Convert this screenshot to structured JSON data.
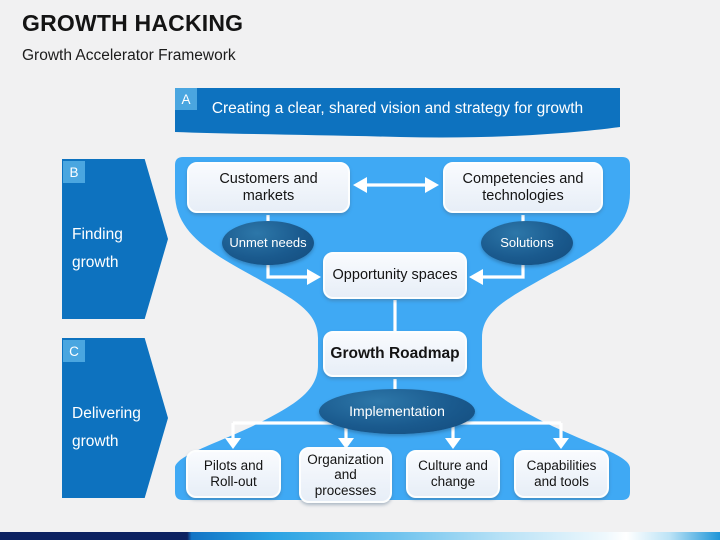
{
  "slide": {
    "title": "GROWTH HACKING",
    "subtitle": "Growth Accelerator Framework"
  },
  "banner": {
    "tag": "A",
    "text": "Creating a clear, shared vision and strategy for growth"
  },
  "sections": [
    {
      "tag": "B",
      "label": "Finding growth"
    },
    {
      "tag": "C",
      "label": "Delivering growth"
    }
  ],
  "diagram": {
    "top_boxes": [
      {
        "label": "Customers and markets"
      },
      {
        "label": "Competencies and technologies"
      }
    ],
    "ellipses": [
      {
        "label": "Unmet needs"
      },
      {
        "label": "Solutions"
      },
      {
        "label": "Implementation"
      }
    ],
    "middle_boxes": [
      {
        "label": "Opportunity spaces"
      },
      {
        "label": "Growth Roadmap"
      }
    ],
    "bottom_boxes": [
      {
        "label": "Pilots and Roll-out"
      },
      {
        "label": "Organization and processes"
      },
      {
        "label": "Culture and change"
      },
      {
        "label": "Capabilities and tools"
      }
    ]
  },
  "colors": {
    "banner_blue": "#0d72bf",
    "tag_blue": "#4aa6e0",
    "funnel_blue": "#3fa9f4",
    "ellipse_navy": "#1a5a8e",
    "box_fill": "#edf3fa",
    "footer_navy": "#0c2161",
    "footer_blue": "#1e95d8",
    "background": "#f1f1f2"
  }
}
